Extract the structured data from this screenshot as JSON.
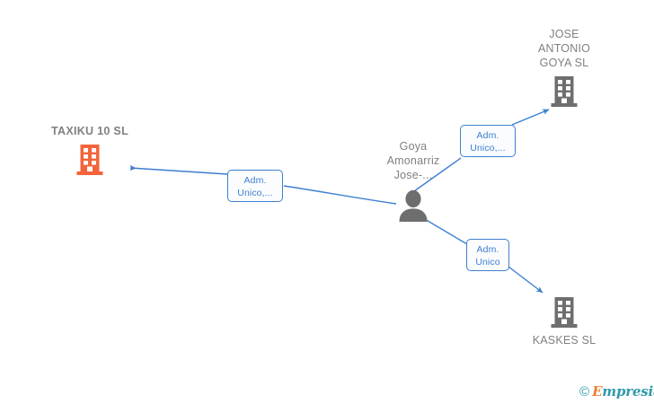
{
  "graph": {
    "type": "relationship-network",
    "background_color": "#ffffff",
    "accent_colors": {
      "highlight_company": "#f4643a",
      "company": "#6e6e6e",
      "person": "#6e6e6e",
      "edge": "#3d7fd1",
      "label_text": "#808080"
    },
    "nodes": [
      {
        "id": "taxiku",
        "label": "TAXIKU 10  SL",
        "kind": "company",
        "icon": "building-icon",
        "highlighted": true
      },
      {
        "id": "jose-antonio-goya",
        "label": "JOSE\nANTONIO\nGOYA  SL",
        "kind": "company",
        "icon": "building-icon",
        "highlighted": false
      },
      {
        "id": "kaskes",
        "label": "KASKES  SL",
        "kind": "company",
        "icon": "building-icon",
        "highlighted": false
      },
      {
        "id": "goya-amonarriz",
        "label": "Goya\nAmonarriz\nJose-...",
        "kind": "person",
        "icon": "person-icon",
        "highlighted": false
      }
    ],
    "edges": [
      {
        "id": "edge-taxiku",
        "from": "goya-amonarriz",
        "to": "taxiku",
        "label_line1": "Adm.",
        "label_line2": "Unico,..."
      },
      {
        "id": "edge-jose-antonio",
        "from": "goya-amonarriz",
        "to": "jose-antonio-goya",
        "label_line1": "Adm.",
        "label_line2": "Unico,..."
      },
      {
        "id": "edge-kaskes",
        "from": "goya-amonarriz",
        "to": "kaskes",
        "label_line1": "Adm.",
        "label_line2": "Unico"
      }
    ]
  },
  "watermark": {
    "copyright_symbol": "©",
    "brand_first_letter": "E",
    "brand_rest": "mpresia"
  }
}
